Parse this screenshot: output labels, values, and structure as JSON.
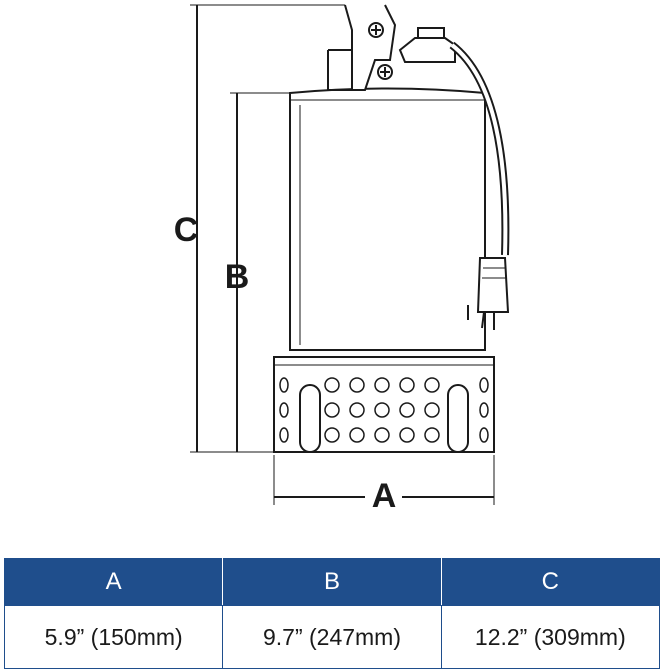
{
  "diagram": {
    "dimension_labels": {
      "a": "A",
      "b": "B",
      "c": "C"
    }
  },
  "spec_table": {
    "headers": [
      "A",
      "B",
      "C"
    ],
    "values": [
      "5.9” (150mm)",
      "9.7” (247mm)",
      "12.2” (309mm)"
    ]
  },
  "colors": {
    "table_header_bg": "#1f4e8c",
    "table_header_text": "#ffffff",
    "line": "#1a1a1a"
  }
}
